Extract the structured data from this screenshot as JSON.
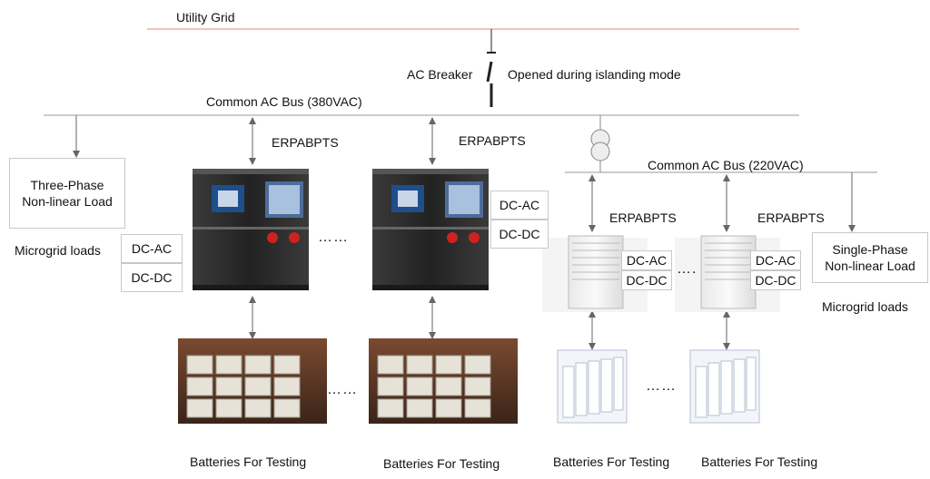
{
  "labels": {
    "utility_grid": "Utility Grid",
    "ac_breaker": "AC Breaker",
    "islanding_note": "Opened during islanding mode",
    "bus_380": "Common AC Bus (380VAC)",
    "bus_220": "Common AC Bus (220VAC)",
    "erp_1": "ERPABPTS",
    "erp_2": "ERPABPTS",
    "erp_3": "ERPABPTS",
    "erp_4": "ERPABPTS",
    "microgrid_loads_left": "Microgrid loads",
    "microgrid_loads_right": "Microgrid loads",
    "ellipsis_cabinets": "……",
    "ellipsis_batteries": "……",
    "ellipsis_small_cabinets": "….",
    "ellipsis_small_batteries": "……"
  },
  "loads": {
    "three_phase_line1": "Three-Phase",
    "three_phase_line2": "Non-linear Load",
    "single_phase_line1": "Single-Phase",
    "single_phase_line2": "Non-linear Load"
  },
  "converters": {
    "dcac": "DC-AC",
    "dcdc": "DC-DC"
  },
  "batteries": {
    "b1": "Batteries For Testing",
    "b2": "Batteries For Testing",
    "b3": "Batteries For Testing",
    "b4": "Batteries For Testing"
  },
  "colors": {
    "grid_line": "#e8857a",
    "bus_line": "#9a9a9a",
    "cabinet_dark": "#2b2b2b",
    "cabinet_panel": "#1f4e8c"
  }
}
